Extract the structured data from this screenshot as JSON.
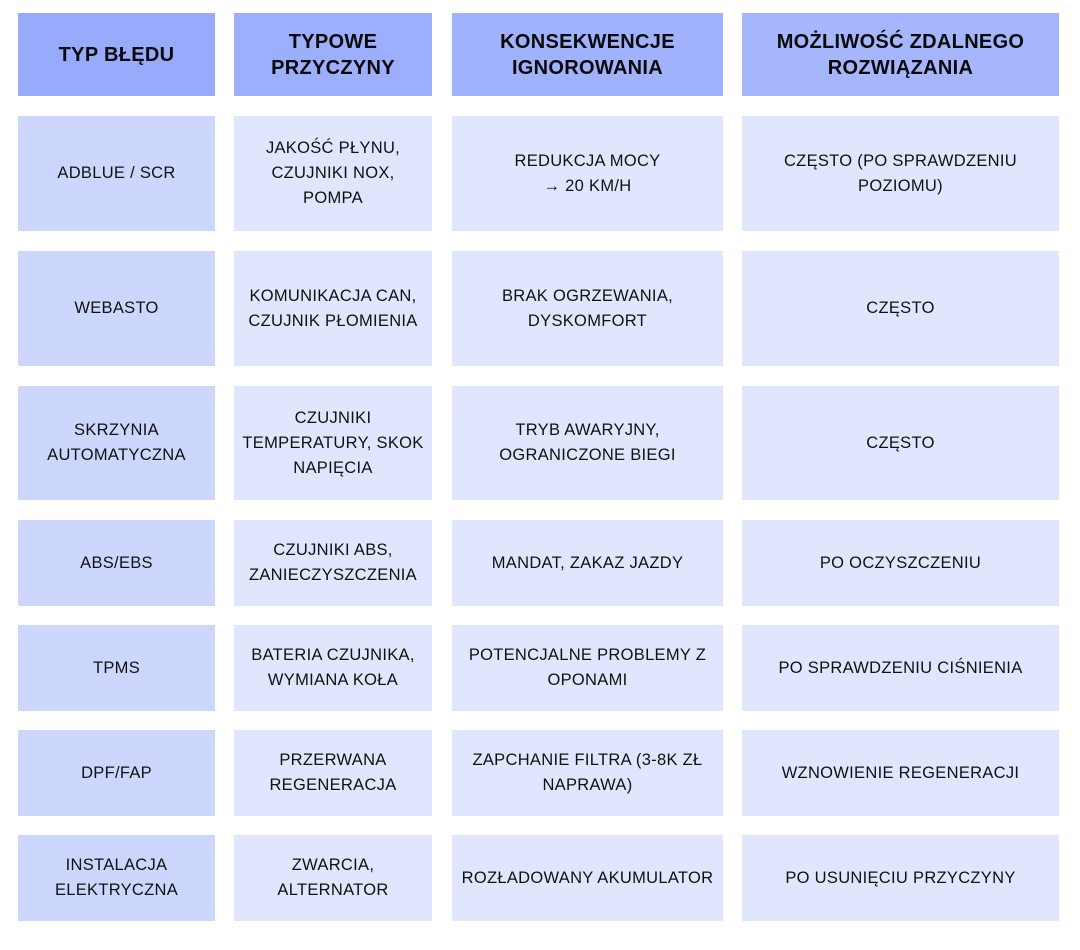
{
  "headers": [
    "TYP BŁĘDU",
    "TYPOWE\nPRZYCZYNY",
    "KONSEKWENCJE\nIGNOROWANIA",
    "MOŻLIWOŚĆ ZDALNEGO\nROZWIĄZANIA"
  ],
  "rows": [
    [
      "ADBLUE / SCR",
      "JAKOŚĆ PŁYNU,\nCZUJNIKI NOX,\nPOMPA",
      "REDUKCJA MOCY\n→ 20 KM/H",
      "CZĘSTO (PO SPRAWDZENIU\nPOZIOMU)"
    ],
    [
      "WEBASTO",
      "KOMUNIKACJA CAN,\nCZUJNIK PŁOMIENIA",
      "BRAK OGRZEWANIA,\nDYSKOMFORT",
      "CZĘSTO"
    ],
    [
      "SKRZYNIA\nAUTOMATYCZNA",
      "CZUJNIKI\nTEMPERATURY, SKOK\nNAPIĘCIA",
      "TRYB AWARYJNY,\nOGRANICZONE BIEGI",
      "CZĘSTO"
    ],
    [
      "ABS/EBS",
      "CZUJNIKI ABS,\nZANIECZYSZCZENIA",
      "MANDAT, ZAKAZ JAZDY",
      "PO OCZYSZCZENIU"
    ],
    [
      "TPMS",
      "BATERIA CZUJNIKA,\nWYMIANA KOŁA",
      "POTENCJALNE PROBLEMY Z\nOPONAMI",
      "PO SPRAWDZENIU CIŚNIENIA"
    ],
    [
      "DPF/FAP",
      "PRZERWANA\nREGENERACJA",
      "ZAPCHANIE FILTRA (3-8K ZŁ\nNAPRAWA)",
      "WZNOWIENIE REGENERACJI"
    ],
    [
      "INSTALACJA\nELEKTRYCZNA",
      "ZWARCIA,\nALTERNATOR",
      "ROZŁADOWANY AKUMULATOR",
      "PO USUNIĘCIU PRZYCZYNY"
    ]
  ]
}
